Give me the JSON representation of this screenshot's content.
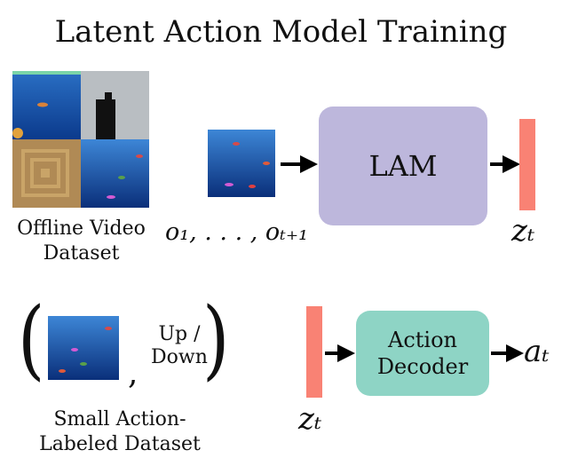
{
  "title": "Latent Action Model Training",
  "dataset_caption": [
    "Offline Video",
    "Dataset"
  ],
  "observation_label": "o₁, . . . , oₜ₊₁",
  "lam_label": "LAM",
  "latent_label_top": "zₜ",
  "latent_label_bottom": "zₜ",
  "small_dataset_caption": [
    "Small Action-",
    "Labeled Dataset"
  ],
  "action_label": [
    "Up /",
    "Down"
  ],
  "decoder_label": [
    "Action",
    "Decoder"
  ],
  "output_label": "aₜ",
  "colors": {
    "lam": "#bdb7dc",
    "decoder": "#8ed4c5",
    "latent": "#f98274",
    "water_top": "#1f5fb6",
    "water_bottom": "#0a2f7a"
  }
}
